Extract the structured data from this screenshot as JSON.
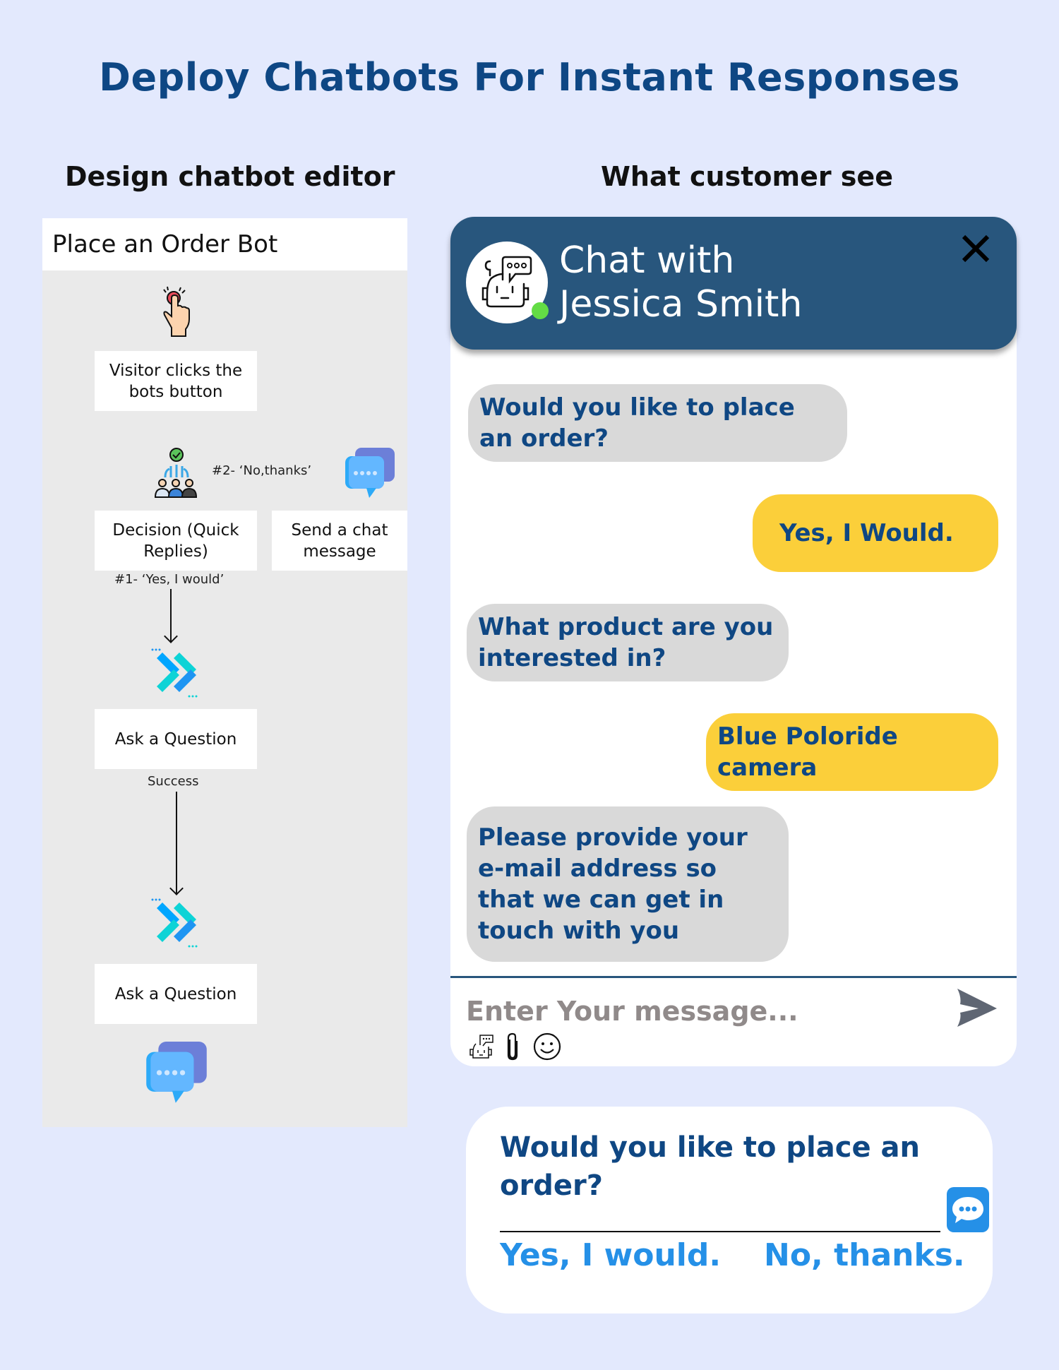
{
  "title": "Deploy Chatbots For Instant Responses",
  "sections": {
    "left": "Design chatbot editor",
    "right": "What customer see"
  },
  "editor": {
    "bot_name": "Place an Order Bot",
    "nodes": [
      {
        "label": "Visitor clicks the bots button",
        "icon": "hand-click-icon"
      },
      {
        "label": "Decision (Quick Replies)",
        "icon": "decision-people-icon"
      },
      {
        "label": "Send a chat message",
        "icon": "chat-bubbles-icon"
      },
      {
        "label": "Ask a Question",
        "icon": "double-chevron-icon"
      },
      {
        "label": "Ask a Question",
        "icon": "double-chevron-icon"
      }
    ],
    "edges": {
      "no_thanks": "#2- ‘No,thanks’",
      "yes_would": "#1- ‘Yes, I would’",
      "success": "Success"
    }
  },
  "chat": {
    "title_line1": "Chat with",
    "title_line2": "Jessica Smith",
    "status": "online",
    "messages": [
      {
        "from": "bot",
        "text": "Would you like to place an order?"
      },
      {
        "from": "user",
        "text": "Yes, I Would."
      },
      {
        "from": "bot",
        "text": "What product are you interested in?"
      },
      {
        "from": "user",
        "text": "Blue Poloride camera"
      },
      {
        "from": "bot",
        "text": "Please provide your e-mail address so that we can get in touch with you"
      }
    ],
    "input_placeholder": "Enter Your message...",
    "tools": [
      "bot-icon",
      "paperclip-icon",
      "smiley-icon"
    ]
  },
  "quick_reply_widget": {
    "question": "Would you like to place an order?",
    "options": [
      "Yes, I would.",
      "No, thanks."
    ]
  },
  "colors": {
    "background": "#E3E9FD",
    "title": "#0E4784",
    "header": "#28567D",
    "bot_bubble": "#D9D9D9",
    "user_bubble": "#FBCF3A",
    "bubble_text": "#0F4783",
    "option_text": "#2590E7",
    "status_dot": "#63DC45"
  }
}
